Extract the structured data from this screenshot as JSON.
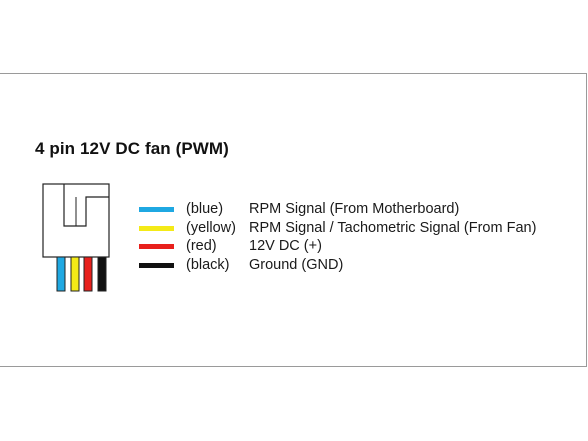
{
  "diagram": {
    "title": "4 pin 12V DC fan (PWM)",
    "wires": [
      {
        "color_label": "(blue)",
        "description": "RPM Signal (From Motherboard)",
        "hex": "#1fa8e2"
      },
      {
        "color_label": "(yellow)",
        "description": "RPM Signal / Tachometric Signal (From Fan)",
        "hex": "#f4ea17"
      },
      {
        "color_label": "(red)",
        "description": "12V DC (+)",
        "hex": "#e8201c"
      },
      {
        "color_label": "(black)",
        "description": "Ground (GND)",
        "hex": "#111111"
      }
    ]
  }
}
